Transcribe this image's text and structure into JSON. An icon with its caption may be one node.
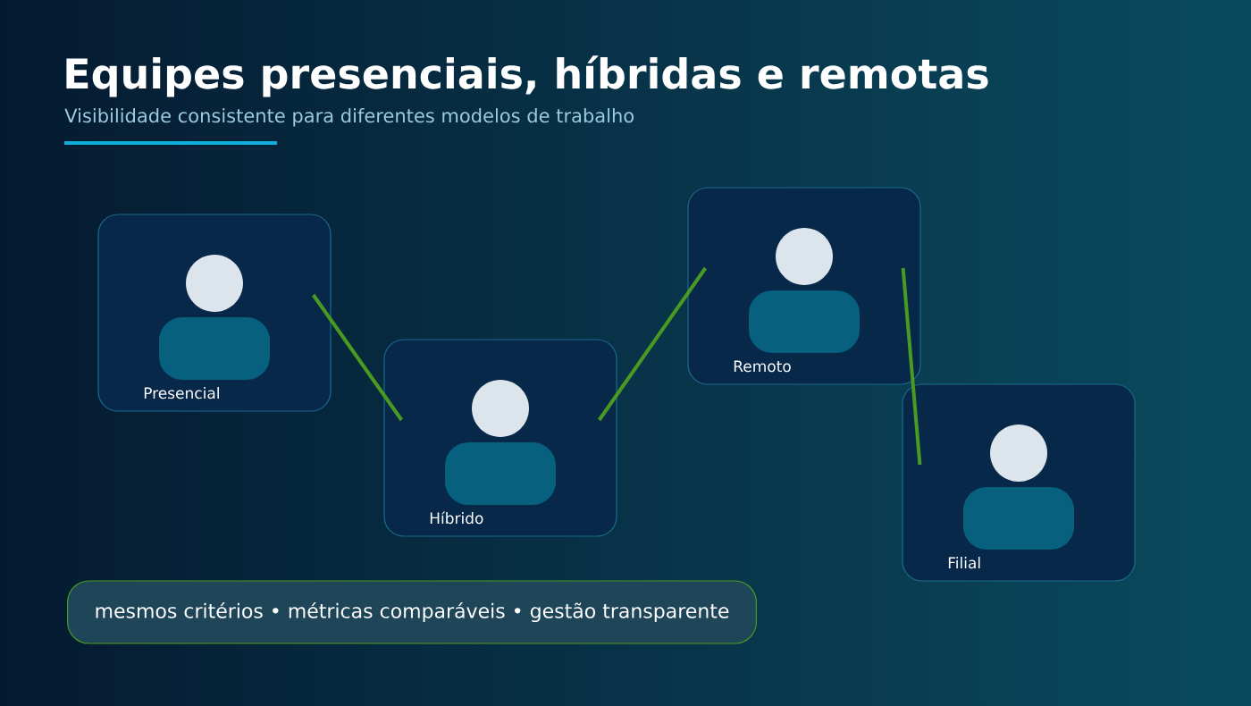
{
  "diagram": {
    "title": "Equipes presenciais, híbridas e remotas",
    "nodes": [
      {
        "text": [
          "Presencial"
        ]
      },
      {
        "text": [
          "Híbrido"
        ]
      },
      {
        "text": [
          "Remoto"
        ]
      },
      {
        "text": [
          "Filial"
        ]
      },
      {
        "text": [
          "mesmos critérios • métricas comparáveis • gestão transparente"
        ]
      }
    ],
    "edges": [
      {
        "from": 0,
        "to": 1,
        "arrow": "none"
      },
      {
        "from": 1,
        "to": 2,
        "arrow": "none"
      },
      {
        "from": 2,
        "to": 3,
        "arrow": "none"
      }
    ],
    "labels": [
      "Visibilidade consistente para diferentes modelos de trabalho"
    ]
  }
}
